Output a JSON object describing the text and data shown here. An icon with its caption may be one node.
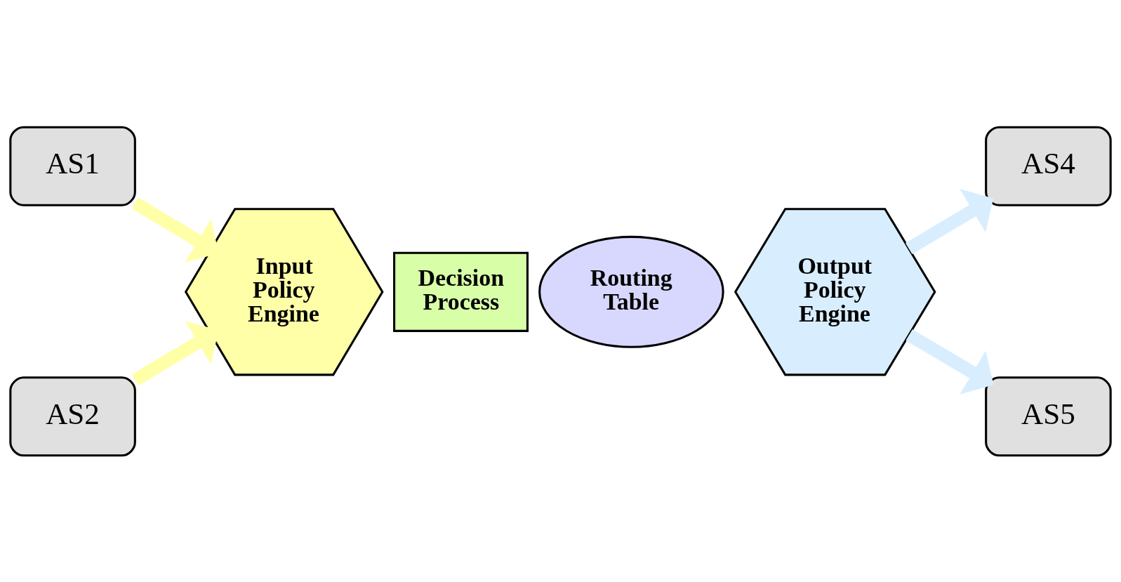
{
  "diagram": {
    "nodes": [
      {
        "text": [
          "AS1"
        ]
      },
      {
        "text": [
          "AS2"
        ]
      },
      {
        "text": [
          "Input Policy Engine"
        ]
      },
      {
        "text": [
          "Decision Process"
        ]
      },
      {
        "text": [
          "Routing Table"
        ]
      },
      {
        "text": [
          "Output Policy Engine"
        ]
      },
      {
        "text": [
          "AS4"
        ]
      },
      {
        "text": [
          "AS5"
        ]
      }
    ],
    "edges": [
      {
        "from": 0,
        "to": 2,
        "arrow": "to",
        "color": "#ffffa8"
      },
      {
        "from": 1,
        "to": 2,
        "arrow": "to",
        "color": "#ffffa8"
      },
      {
        "from": 5,
        "to": 6,
        "arrow": "to",
        "color": "#d8eeff"
      },
      {
        "from": 5,
        "to": 7,
        "arrow": "to",
        "color": "#d8eeff"
      }
    ]
  }
}
